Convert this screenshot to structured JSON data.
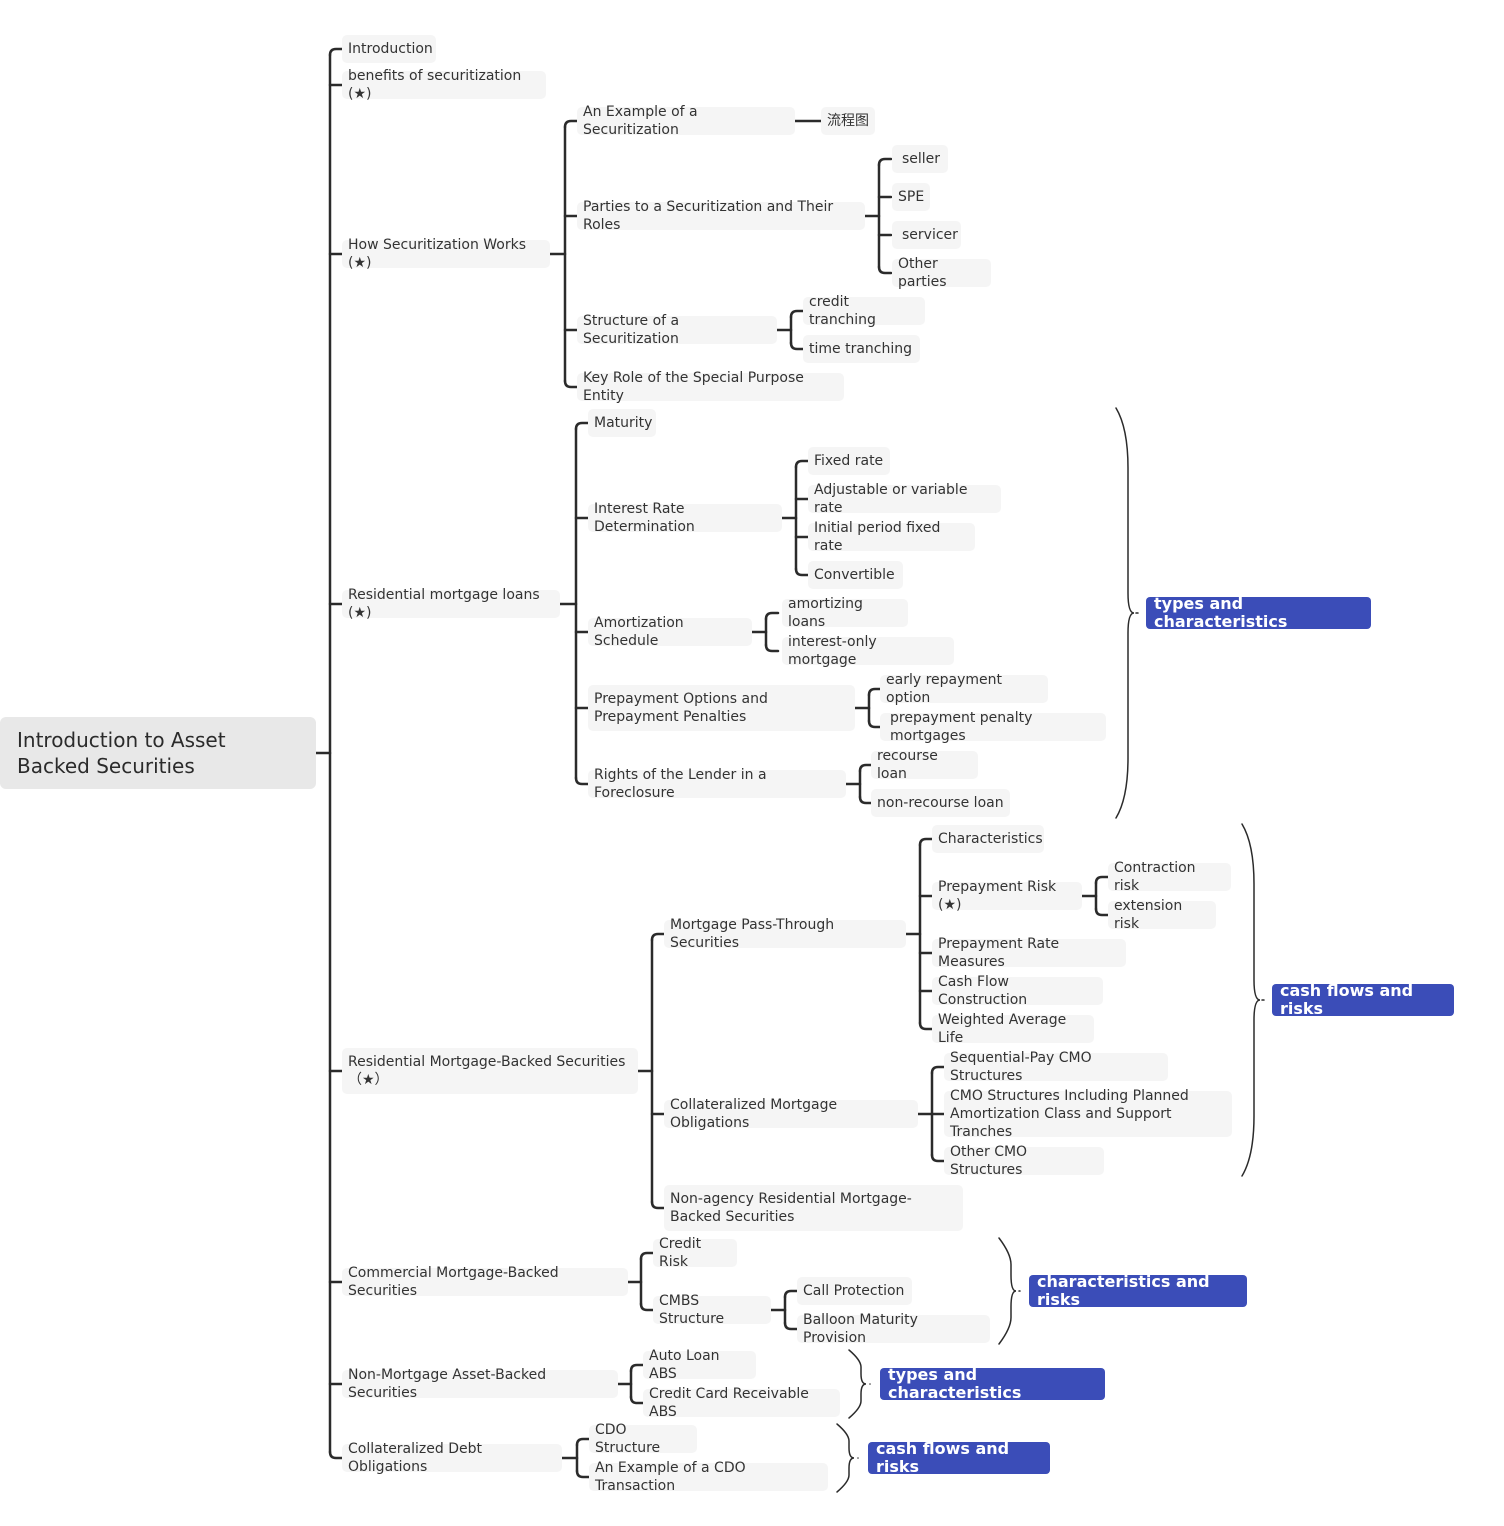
{
  "root": "Introduction to Asset Backed Securities",
  "nodes": {
    "introduction": "Introduction",
    "benefits": "benefits of securitization (★)",
    "how_works": "How Securitization Works (★)",
    "example": "An Example of a Securitization",
    "flowchart": "流程图",
    "parties": "Parties to a Securitization and Their Roles",
    "seller": "seller",
    "spe": "SPE",
    "servicer": "servicer",
    "other_parties": "Other parties",
    "structure": "Structure of a Securitization",
    "credit_tranching": "credit tranching",
    "time_tranching": "time tranching",
    "key_role": "Key Role of the Special Purpose Entity",
    "residential_loans": "Residential mortgage loans (★)",
    "maturity": "Maturity",
    "interest_rate": "Interest Rate Determination",
    "fixed_rate": "Fixed rate",
    "adjustable_rate": "Adjustable or variable rate",
    "initial_period": "Initial period fixed rate",
    "convertible": "Convertible",
    "amortization": "Amortization Schedule",
    "amortizing": "amortizing loans",
    "interest_only": "interest-only mortgage",
    "prepayment_options": "Prepayment Options and Prepayment Penalties",
    "early_repayment": "early repayment option",
    "prepayment_penalty": "prepayment penalty mortgages",
    "rights_lender": "Rights of the Lender in a Foreclosure",
    "recourse": "recourse loan",
    "non_recourse": "non-recourse loan",
    "rmbs": "Residential Mortgage-Backed Securities（★）",
    "pass_through": "Mortgage Pass-Through Securities",
    "characteristics": "Characteristics",
    "prepayment_risk": "Prepayment Risk (★)",
    "contraction_risk": "Contraction risk",
    "extension_risk": "extension risk",
    "prepayment_measures": "Prepayment Rate Measures",
    "cash_flow_construction": "Cash Flow Construction",
    "wal": "Weighted Average Life",
    "cmo": "Collateralized Mortgage Obligations",
    "sequential_pay": "Sequential-Pay CMO Structures",
    "pac": "CMO Structures Including Planned Amortization Class and Support Tranches",
    "other_cmo": "Other CMO Structures",
    "non_agency": "Non-agency Residential Mortgage-Backed Securities",
    "cmbs": "Commercial Mortgage-Backed Securities",
    "credit_risk": "Credit Risk",
    "cmbs_structure": "CMBS Structure",
    "call_protection": "Call Protection",
    "balloon": "Balloon Maturity Provision",
    "non_mortgage": "Non-Mortgage Asset-Backed Securities",
    "auto_loan": "Auto Loan ABS",
    "credit_card": "Credit Card Receivable ABS",
    "cdo": "Collateralized Debt Obligations",
    "cdo_structure": "CDO Structure",
    "cdo_example": "An Example of a CDO Transaction"
  },
  "summaries": {
    "s1": "types and characteristics",
    "s2": "cash flows and risks",
    "s3": "characteristics and risks",
    "s4": "types and characteristics",
    "s5": "cash flows and risks"
  },
  "colors": {
    "line": "#2b2b2b",
    "node_bg": "#f5f5f5",
    "root_bg": "#e8e8e8",
    "summary_bg": "#3b4db8",
    "summary_text": "#ffffff"
  }
}
